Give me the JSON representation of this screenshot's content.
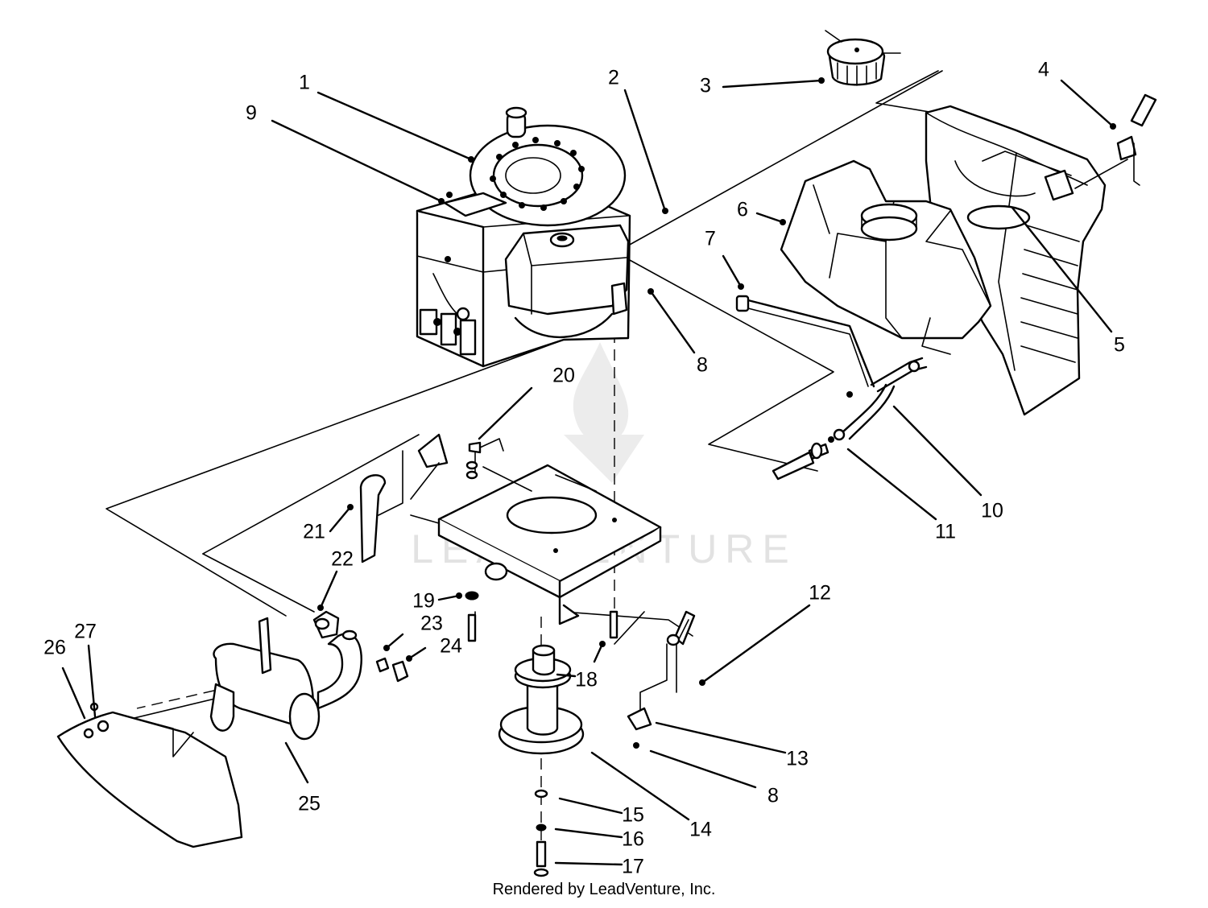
{
  "watermark": "LEADVENTURE",
  "credit": "Rendered by LeadVenture, Inc.",
  "callouts": {
    "c1": "1",
    "c2": "2",
    "c3": "3",
    "c4": "4",
    "c5": "5",
    "c6": "6",
    "c7": "7",
    "c8a": "8",
    "c8b": "8",
    "c9": "9",
    "c10": "10",
    "c11": "11",
    "c12": "12",
    "c13": "13",
    "c14": "14",
    "c15": "15",
    "c16": "16",
    "c17": "17",
    "c18": "18",
    "c19": "19",
    "c20": "20",
    "c21": "21",
    "c22": "22",
    "c23": "23",
    "c24": "24",
    "c25": "25",
    "c26": "26",
    "c27": "27"
  }
}
